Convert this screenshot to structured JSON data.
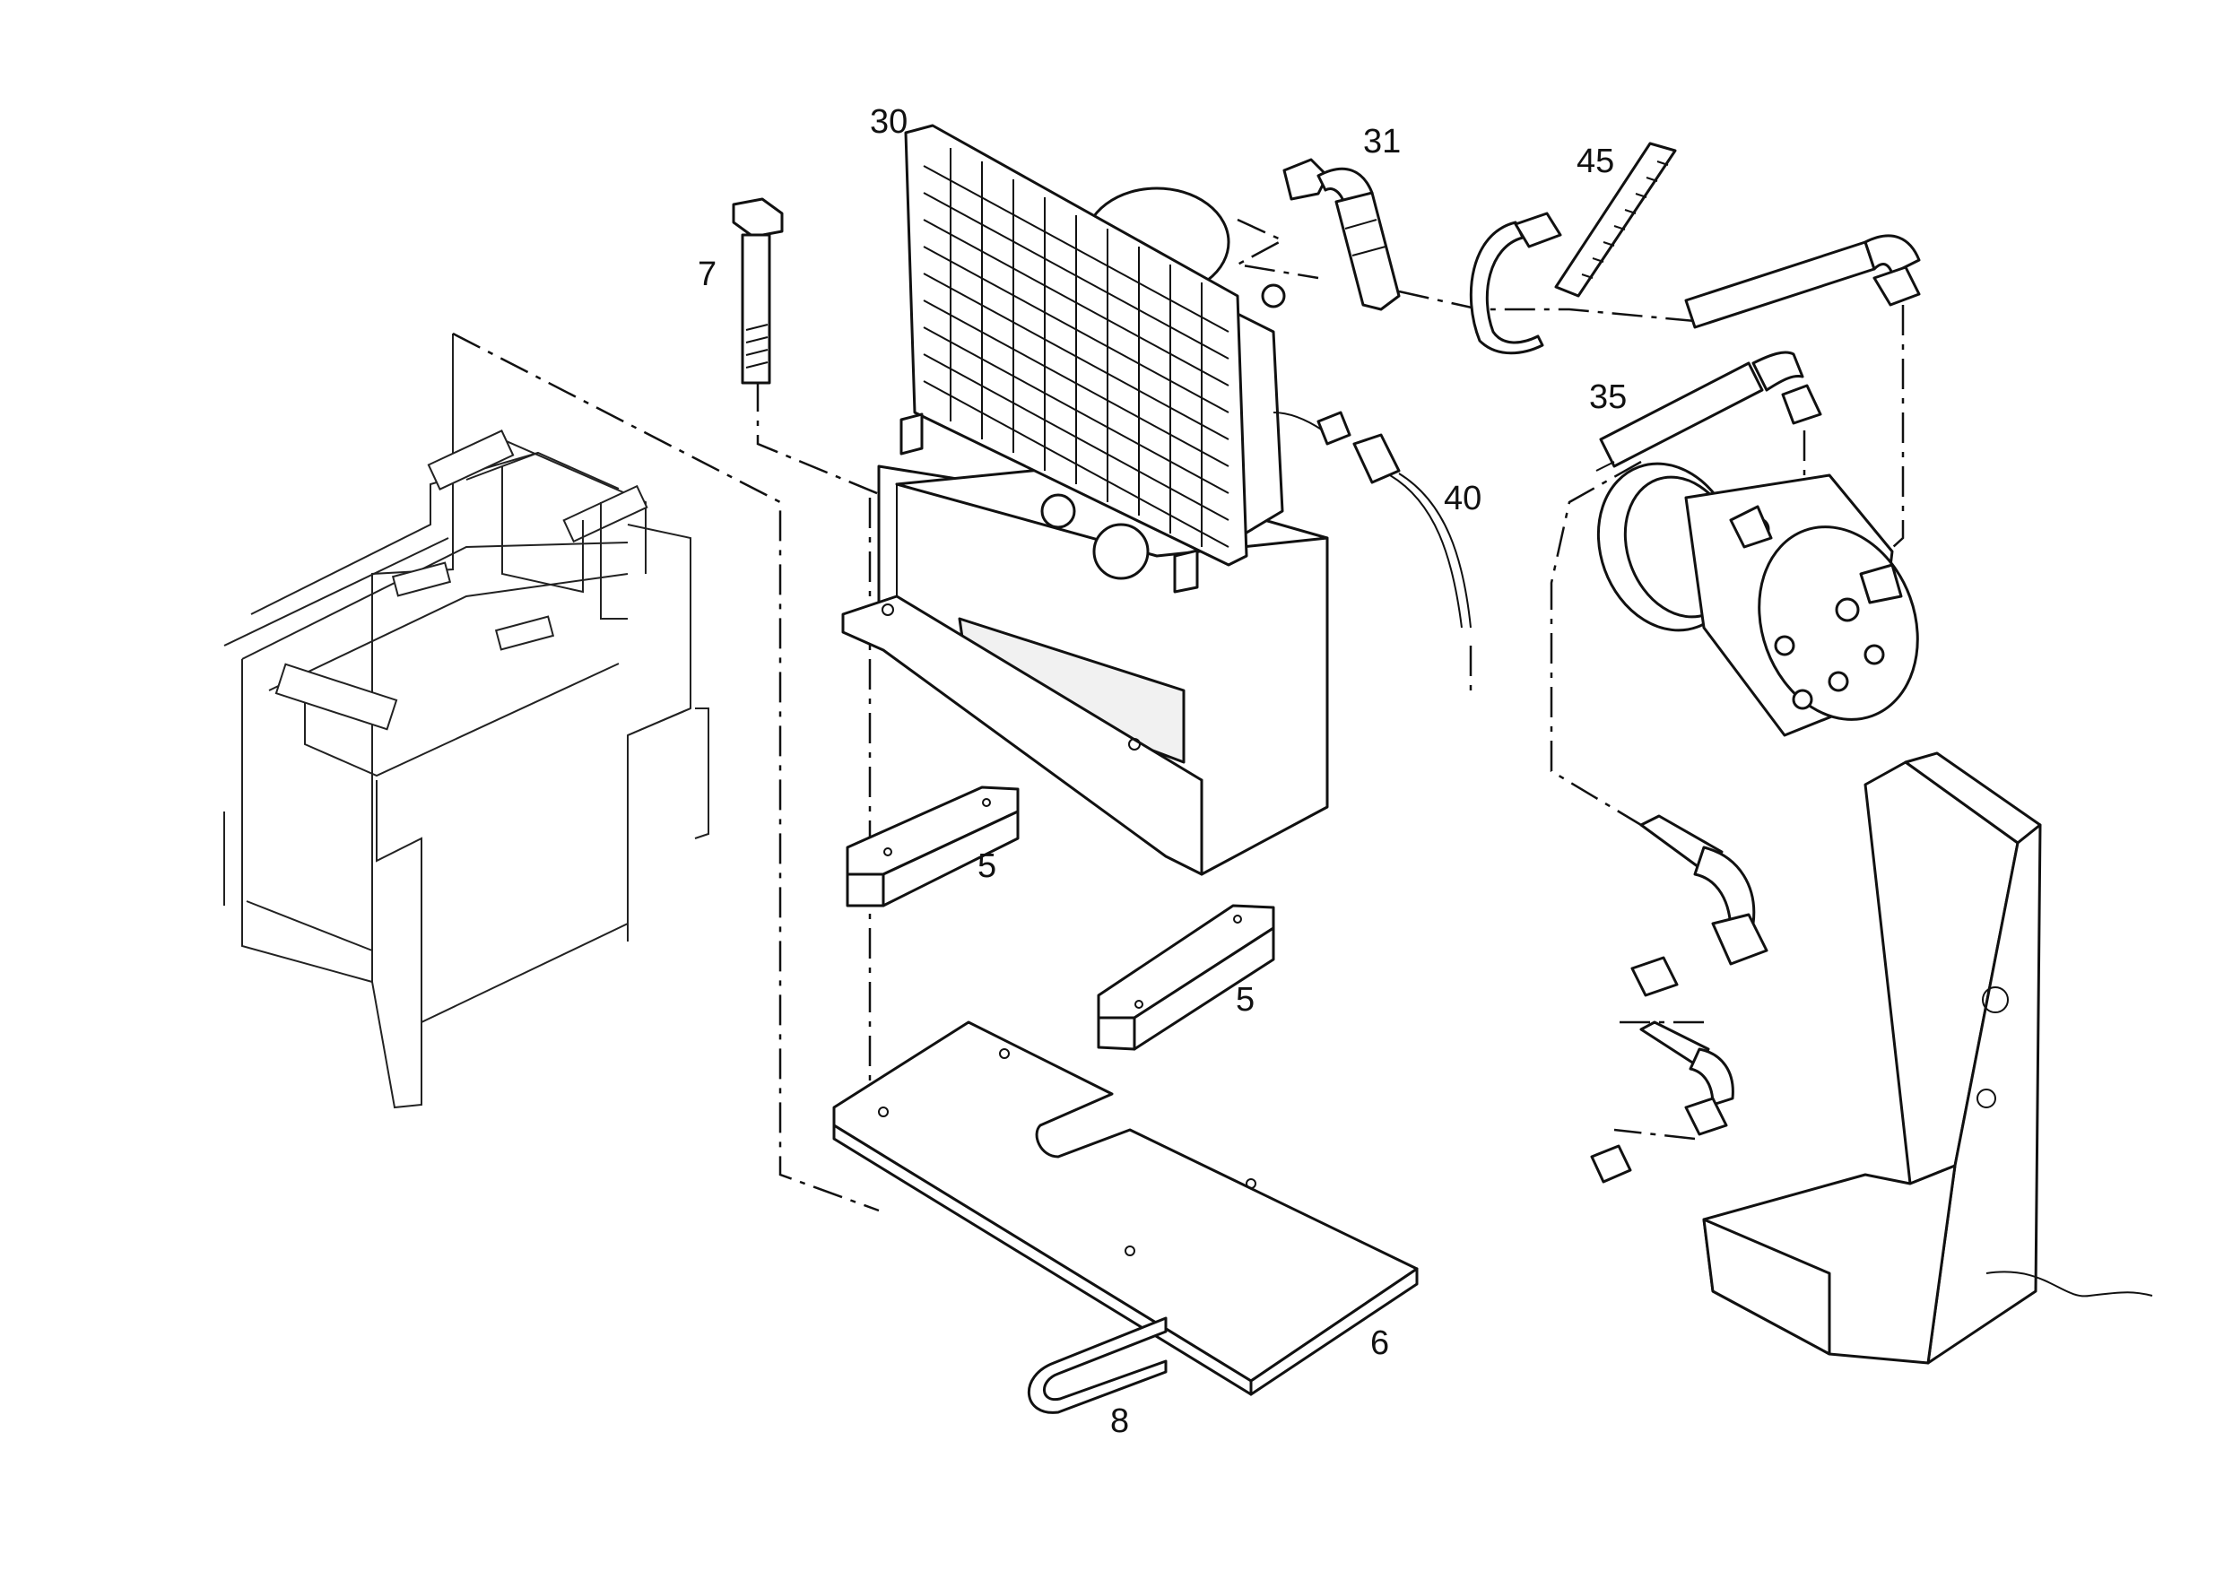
{
  "figure": {
    "type": "exploded-parts-diagram",
    "callouts": [
      {
        "id": "label-30",
        "text": "30"
      },
      {
        "id": "label-31",
        "text": "31"
      },
      {
        "id": "label-45",
        "text": "45"
      },
      {
        "id": "label-7",
        "text": "7"
      },
      {
        "id": "label-35",
        "text": "35"
      },
      {
        "id": "label-40",
        "text": "40"
      },
      {
        "id": "label-5a",
        "text": "5"
      },
      {
        "id": "label-5b",
        "text": "5"
      },
      {
        "id": "label-6",
        "text": "6"
      },
      {
        "id": "label-8",
        "text": "8"
      }
    ]
  }
}
